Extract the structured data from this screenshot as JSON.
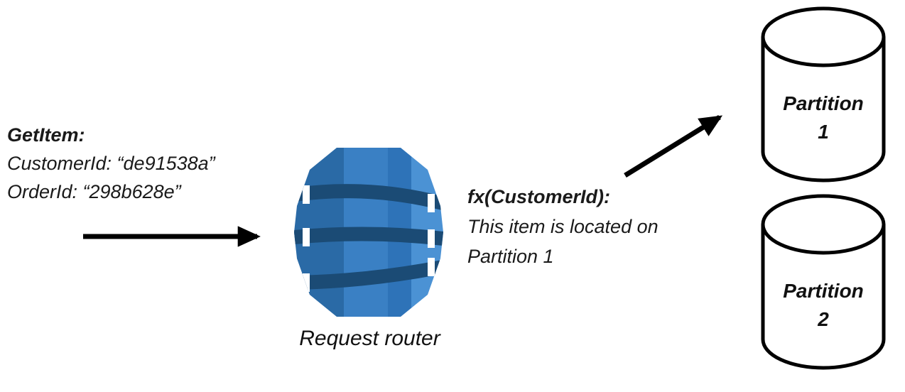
{
  "diagram": {
    "request": {
      "title": "GetItem:",
      "attr_customer": "CustomerId: “de91538a”",
      "attr_order": "OrderId: “298b628e”"
    },
    "router": {
      "icon": "dynamodb-icon",
      "label": "Request router"
    },
    "lookup": {
      "title": "fx(CustomerId):",
      "line1": "This item is located on",
      "line2": "Partition 1"
    },
    "partitions": [
      {
        "name": "Partition",
        "number": "1"
      },
      {
        "name": "Partition",
        "number": "2"
      }
    ],
    "colors": {
      "icon_left_facet": "#2A6AA6",
      "icon_base": "#2E73B8",
      "icon_center_facet": "#3A80C4",
      "icon_right_facet": "#4B92D4",
      "icon_band": "#1B4B75",
      "arrow": "#000000",
      "cylinder_fill": "#FFFFFF",
      "cylinder_stroke": "#000000",
      "text": "#1A1A1A"
    }
  }
}
